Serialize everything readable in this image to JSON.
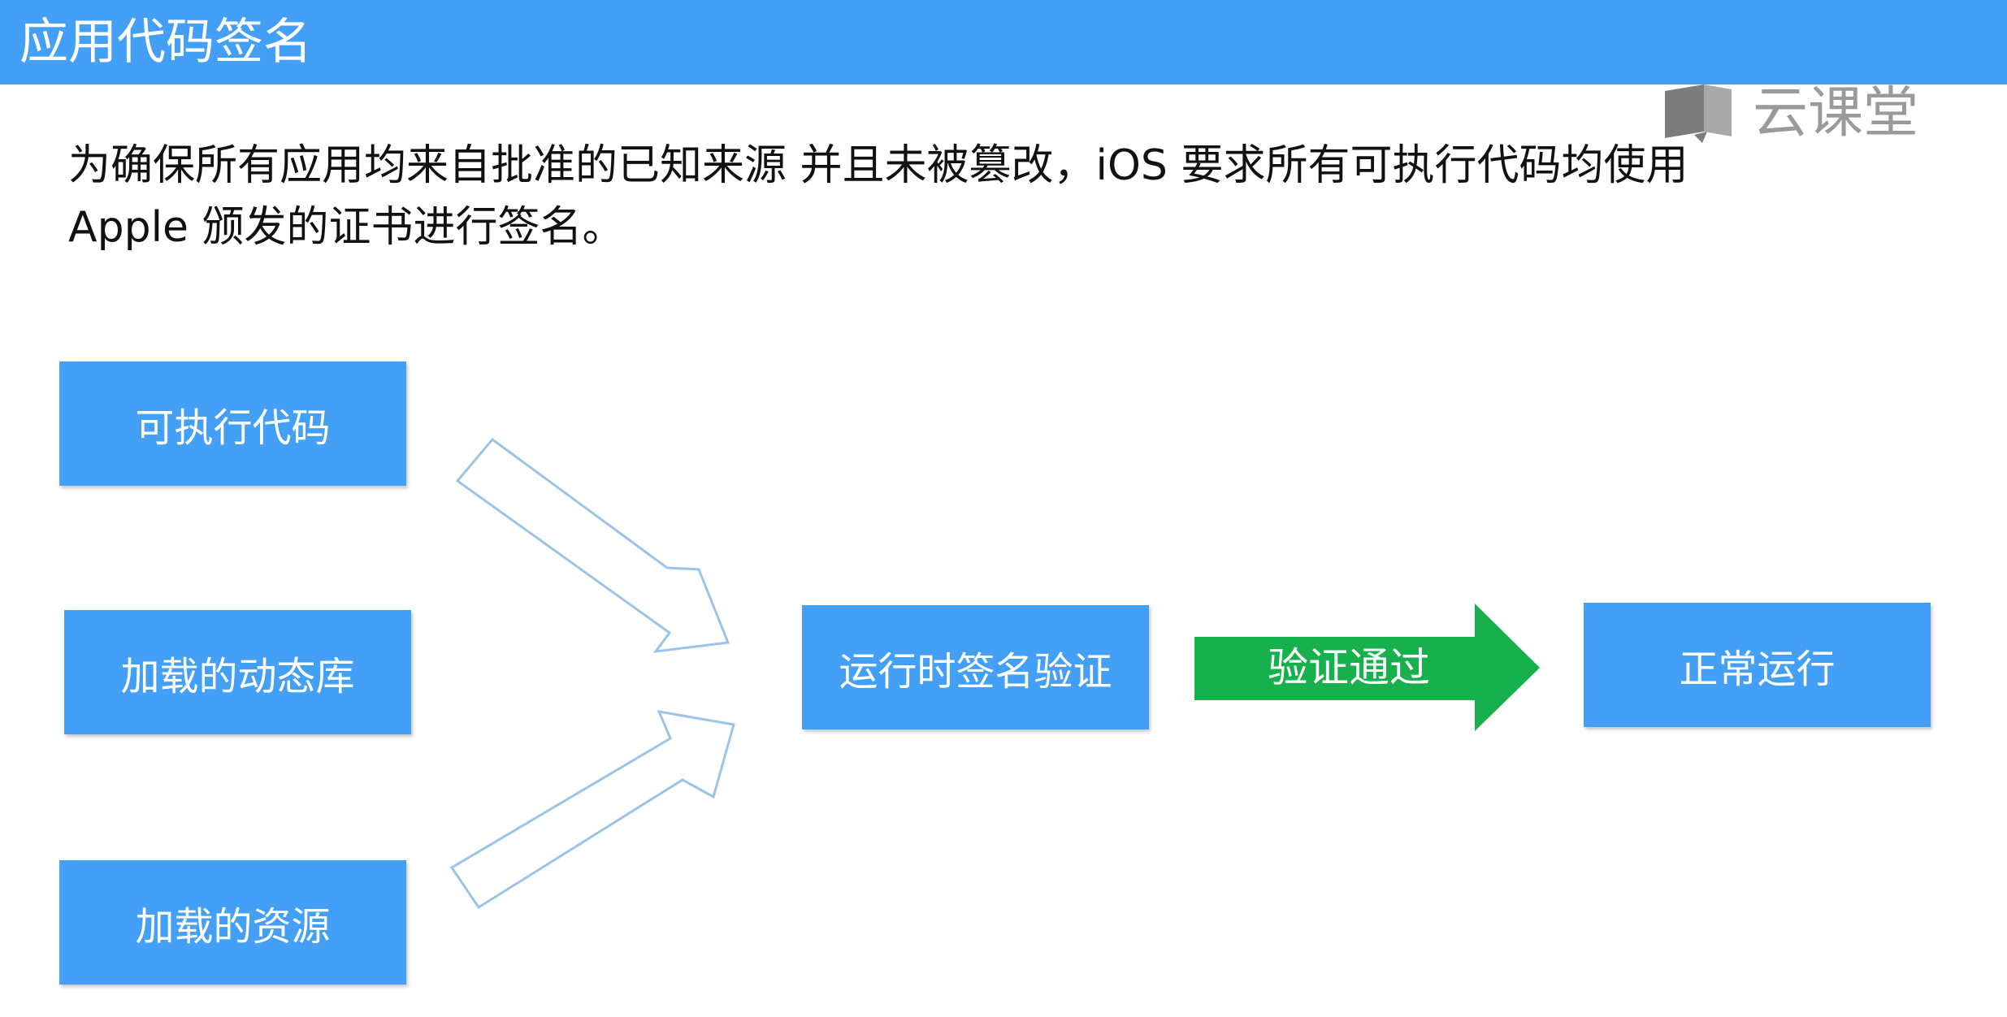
{
  "page": {
    "title": "应用代码签名",
    "header_color": "#44a0f7"
  },
  "brand": {
    "name": "云课堂",
    "icon": "book-cloud-icon",
    "color": "#9a9a9a"
  },
  "intro": {
    "line1": "为确保所有应用均来自批准的已知来源 并且未被篡改，iOS 要求所有可执行代码均使用",
    "line2": "Apple 颁发的证书进行签名。"
  },
  "diagram": {
    "inputs": [
      {
        "label": "可执行代码"
      },
      {
        "label": "加载的动态库"
      },
      {
        "label": "加载的资源"
      }
    ],
    "verify": {
      "label": "运行时签名验证"
    },
    "pass": {
      "label": "验证通过",
      "color": "#16b04c"
    },
    "result": {
      "label": "正常运行"
    },
    "box_color": "#44a0f7",
    "outline_arrow_color": "#9cc3e8"
  }
}
